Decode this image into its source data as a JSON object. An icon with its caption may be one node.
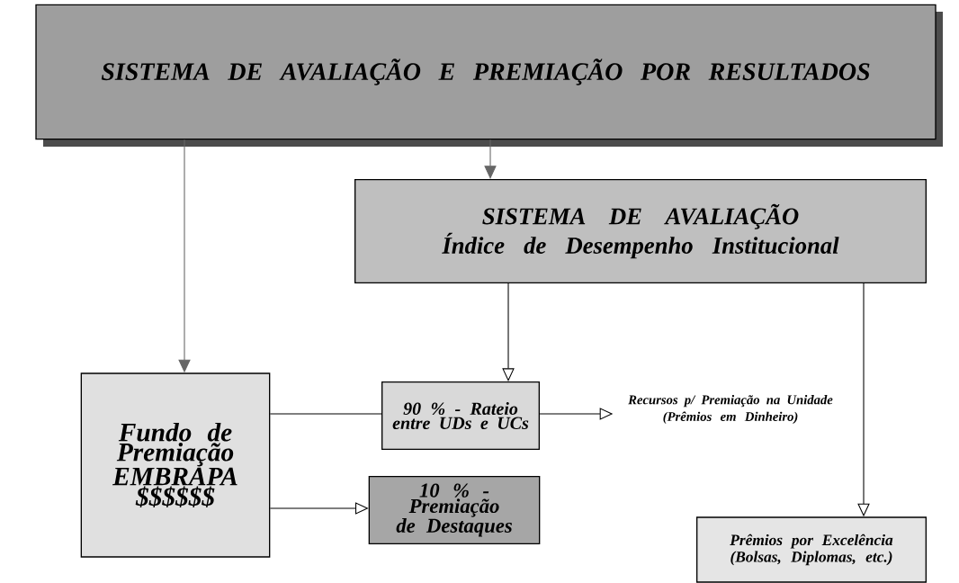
{
  "diagram": {
    "nodes": [
      {
        "text": [
          "SISTEMA DE AVALIAÇÃO E PREMIAÇÃO POR RESULTADOS"
        ]
      },
      {
        "text": [
          "SISTEMA DE AVALIAÇÃO",
          "Índice de Desempenho Institucional"
        ]
      },
      {
        "text": [
          "Fundo de Premiação EMBRAPA $$$$$$"
        ]
      },
      {
        "text": [
          "90 % - Rateio entre UDs e UCs"
        ]
      },
      {
        "text": [
          "Recursos p/ Premiação na Unidade",
          "(Prêmios em Dinheiro)"
        ]
      },
      {
        "text": [
          "10 % - Premiação de Destaques"
        ]
      },
      {
        "text": [
          "Prêmios por Excelência",
          "(Bolsas, Diplomas, etc.)"
        ]
      }
    ],
    "edges": [
      {
        "from": 0,
        "to": 2,
        "arrow": "to",
        "color": "#666666"
      },
      {
        "from": 0,
        "to": 1,
        "arrow": "to",
        "color": "#666666"
      },
      {
        "from": 1,
        "to": 3,
        "arrow": "to"
      },
      {
        "from": 1,
        "to": 6,
        "arrow": "to"
      },
      {
        "from": 2,
        "to": 3,
        "arrow": "none"
      },
      {
        "from": 3,
        "to": 4,
        "arrow": "to"
      },
      {
        "from": 2,
        "to": 5,
        "arrow": "to"
      }
    ]
  }
}
